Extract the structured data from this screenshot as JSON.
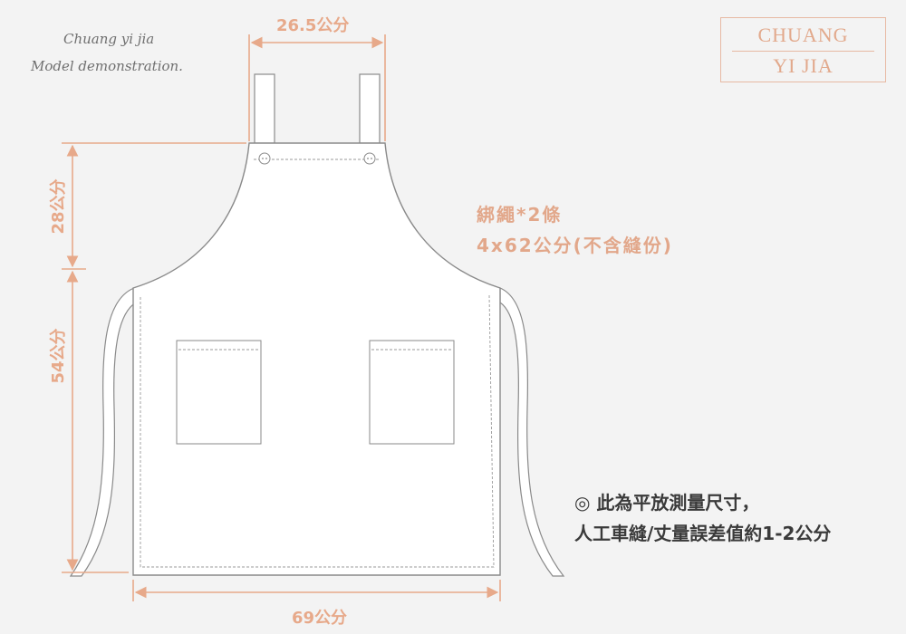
{
  "brand": {
    "tagline_line1": "Chuang yi jia",
    "tagline_line2": "Model demonstration.",
    "logo_top": "CHUANG",
    "logo_bottom": "YI JIA"
  },
  "dimensions": {
    "strap_width": "26.5公分",
    "bib_height": "28公分",
    "body_height": "54公分",
    "bottom_width": "69公分"
  },
  "tie_note": {
    "line1": "綁繩*2條",
    "line2": "4x62公分(不含縫份)"
  },
  "disclaimer": {
    "line1": "◎ 此為平放測量尺寸，",
    "line2": "人工車縫/丈量誤差值約1-2公分"
  },
  "colors": {
    "accent": "#e7a98a",
    "outline": "#8a8a8a",
    "background": "#f3f3f3",
    "fill": "#ffffff"
  }
}
